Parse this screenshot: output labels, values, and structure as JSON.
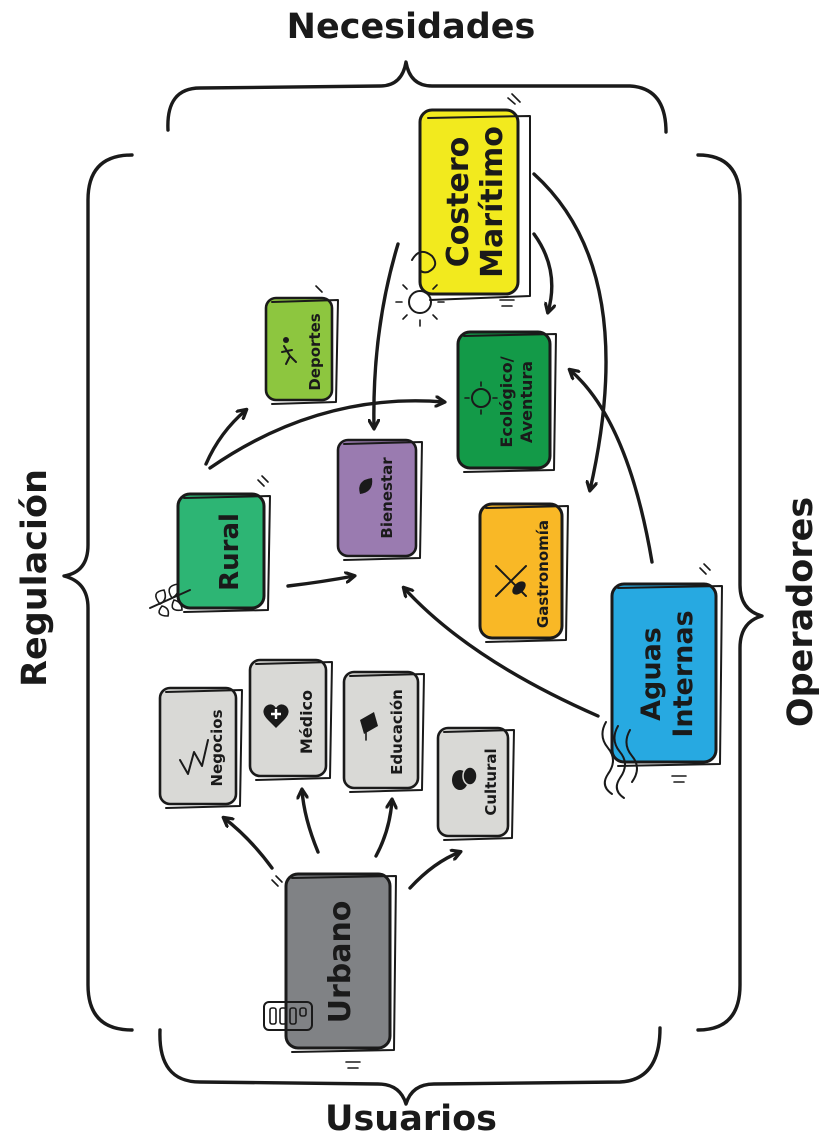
{
  "labels": {
    "top": "Necesidades",
    "bottom": "Usuarios",
    "left": "Regulación",
    "right": "Operadores"
  },
  "nodes": {
    "costero_line1": "Costero",
    "costero_line2": "Marítimo",
    "deportes": "Deportes",
    "ecologico_line1": "Ecológico/",
    "ecologico_line2": "Aventura",
    "bienestar": "Bienestar",
    "rural": "Rural",
    "gastronomia": "Gastronomía",
    "aguas_line1": "Aguas",
    "aguas_line2": "Internas",
    "negocios": "Negocios",
    "medico": "Médico",
    "educacion": "Educación",
    "cultural": "Cultural",
    "urbano": "Urbano"
  },
  "colors": {
    "costero": "#f2ea1e",
    "deportes": "#8dc63f",
    "ecologico": "#139a48",
    "bienestar": "#9a7bb0",
    "rural": "#2db574",
    "gastronomia": "#f9b826",
    "aguas": "#27a9e1",
    "urban_services": "#d9d9d6",
    "urbano": "#808285",
    "ink": "#1a1a1a"
  }
}
